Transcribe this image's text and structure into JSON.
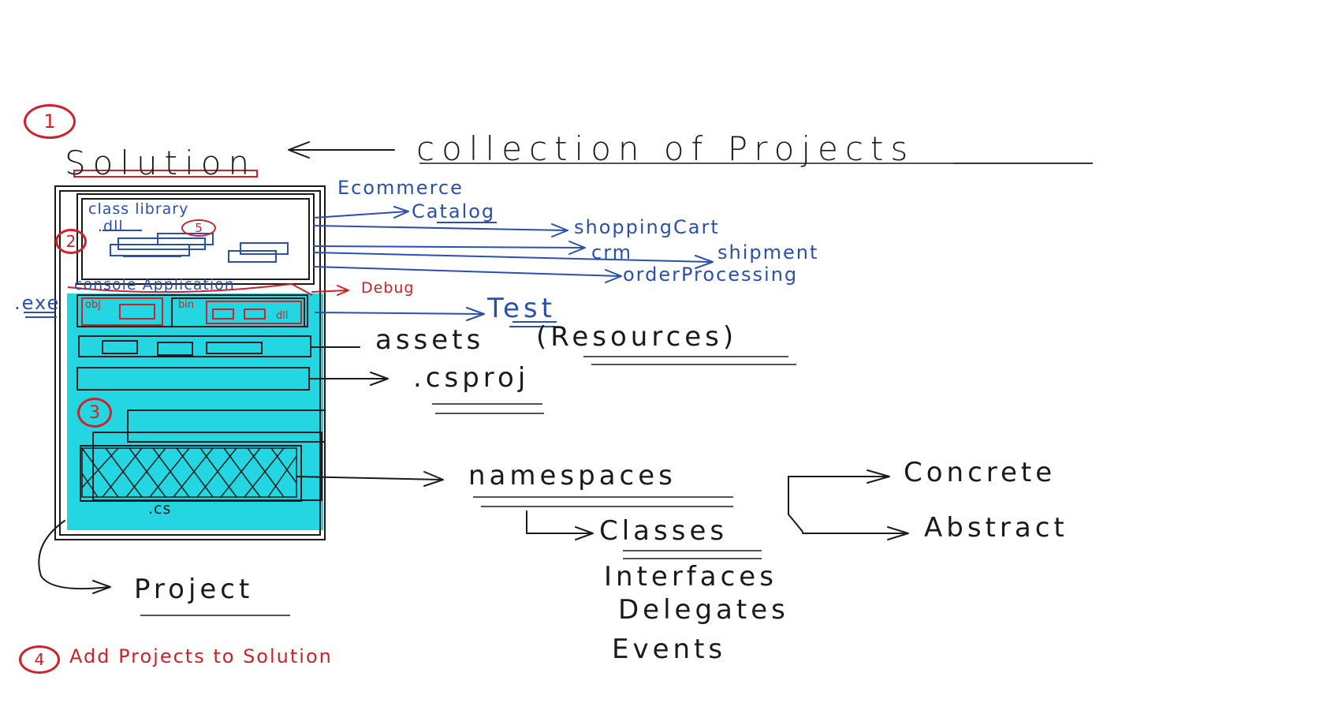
{
  "colors": {
    "ink": "#1a1a1a",
    "blue": "#2a4fb0",
    "red": "#d0202a",
    "highlight": "#17d4e0"
  },
  "markers": {
    "m1": "1",
    "m2": "2",
    "m3": "3",
    "m4": "4",
    "m5": "5"
  },
  "solution": {
    "title": "Solution",
    "description": "collection of Projects"
  },
  "class_library": {
    "label": "class library",
    "ext": ".dll"
  },
  "ecommerce": {
    "title": "Ecommerce",
    "catalog": "Catalog",
    "shopping_cart": "shoppingCart",
    "crm": "crm",
    "shipment": "shipment",
    "order_processing": "orderProcessing"
  },
  "console_app": {
    "label": "console Application",
    "ext": ".exe",
    "obj": "obj",
    "bin": "bin",
    "dll": "dll"
  },
  "debug": "Debug",
  "test": "Test",
  "assets": {
    "label": "assets",
    "resources": "(Resources)"
  },
  "csproj": ".csproj",
  "cs": ".cs",
  "namespaces": "namespaces",
  "classes": "Classes",
  "concrete": "Concrete",
  "abstract": "Abstract",
  "interfaces": "Interfaces",
  "delegates": "Delegates",
  "events": "Events",
  "project": "Project",
  "add_projects": "Add Projects to Solution"
}
